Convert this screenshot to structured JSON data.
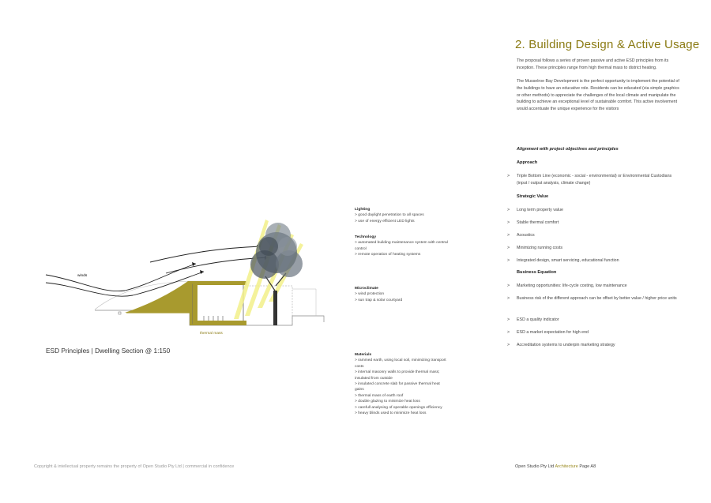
{
  "title": "2. Building Design & Active Usage",
  "intro_paragraphs": [
    "The proposal follows a series of proven passive and active ESD principles from its inception. These principles range from high thermal mass to district heating.",
    "The Musselroe Bay Development is the perfect opportunity to implement the potential of the buildings to have an educative role. Residents can be educated (via simple graphics or other methods) to appreciate the challenges of the local climate and manipulate the building to achieve an exceptional level of sustainable comfort. This active involvement would accentuate the unique experience for the visitors"
  ],
  "alignment_heading": "Alignment with project objectives and principles",
  "sections": [
    {
      "heading": "Approach",
      "items": [
        "Triple Bottom Line (economic - social - environmental) or Environmental Custodians (input / output analysis, climate change)"
      ]
    },
    {
      "heading": "Strategic Value",
      "items": [
        "Long term property value",
        "Stable thermal comfort",
        "Acoustics",
        "Minimizing running costs",
        "Integrated design, smart servicing, educational function"
      ]
    },
    {
      "heading": "Business Equation",
      "items": [
        "Marketing opportunities: life-cycle costing, low maintenance",
        "Business risk of the different approach can be offset by better value / higher price units",
        "ESD a quality indicator",
        "ESD a market expectation for high end",
        "Accreditation systems to underpin marketing strategy"
      ]
    }
  ],
  "bullet_marker": ">",
  "diagram": {
    "caption": "ESD Principles | Dwelling Section @ 1:150",
    "winds_label": "winds",
    "thermal_mass_label": "thermal mass",
    "notes": [
      {
        "heading": "Lighting",
        "lines": [
          "> good daylight penetration to all spaces",
          "> use of energy efficient LED lights"
        ]
      },
      {
        "heading": "Technology",
        "lines": [
          "> automated building maintenance system with central control",
          "> remote operation of heating systems"
        ]
      },
      {
        "heading": "Microclimate",
        "lines": [
          "> wind protection",
          "> sun trap & solar courtyard"
        ]
      },
      {
        "heading": "Materials",
        "lines": [
          "> rammed earth, using local soil, minimizing transport costs",
          "> internal masonry walls to provide thermal mass; insulated from outside",
          "> insulated concrete slab for passive thermal heat gains",
          "> thermal mass of earth roof",
          "> double glazing to minimize heat loss",
          "> carefull analysing of operable openings efficiency",
          "> heavy blinds used to minimize heat loss"
        ]
      }
    ]
  },
  "footer": {
    "left": "Copyright & intellectual property remains the property of Open Studio Pty Ltd  |  commercial in confidence",
    "right_prefix": "Open Studio Pty Ltd ",
    "right_accent": "Architecture",
    "right_suffix": " Page A8"
  },
  "colors": {
    "accent": "#8a7a12",
    "earth": "#a89a2e",
    "sun_rays": "#f3f08a"
  }
}
